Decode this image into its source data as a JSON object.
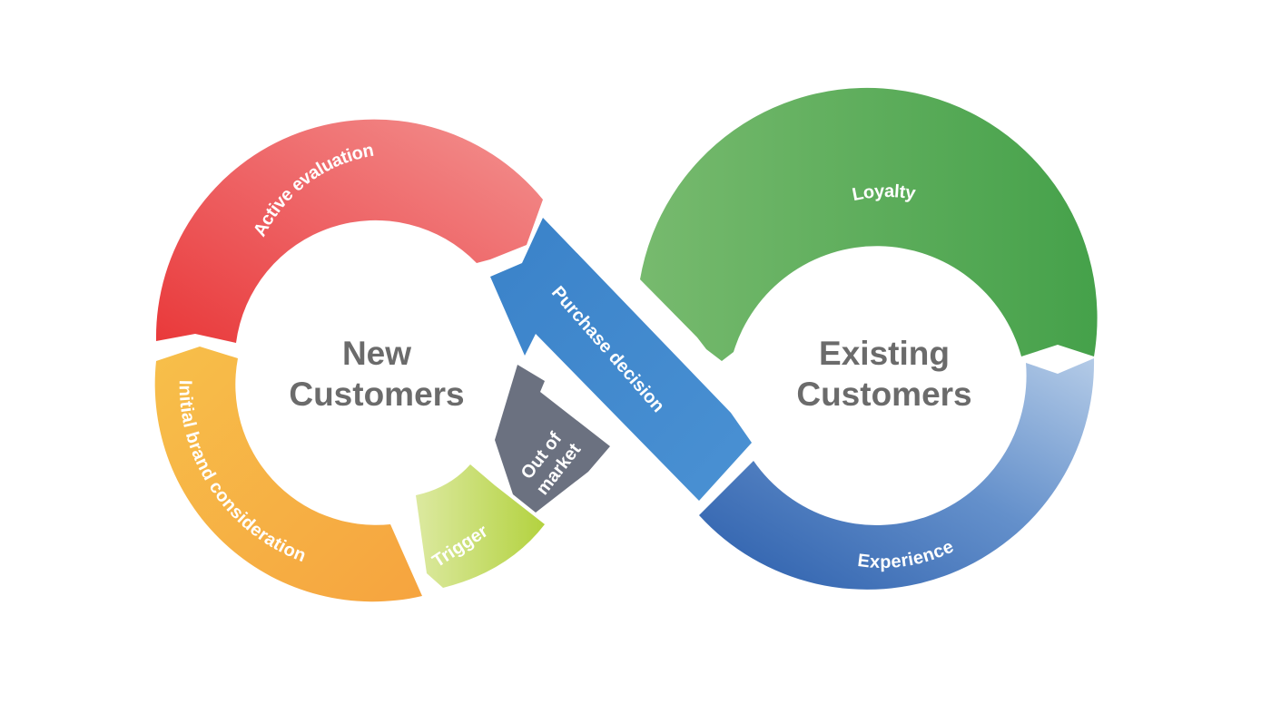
{
  "diagram": {
    "left_center": {
      "line1": "New",
      "line2": "Customers"
    },
    "right_center": {
      "line1": "Existing",
      "line2": "Customers"
    },
    "segments": {
      "active_evaluation": "Active evaluation",
      "initial_brand_consideration": "Initial brand consideration",
      "trigger": "Trigger",
      "out_of_market_line1": "Out of",
      "out_of_market_line2": "market",
      "purchase_decision": "Purchase decision",
      "loyalty": "Loyalty",
      "experience": "Experience"
    },
    "colors": {
      "red": "#EC4A49",
      "red_light": "#F48A88",
      "orange": "#F6AF45",
      "lime": "#B9D54A",
      "lime_light": "#D9E79A",
      "gray": "#6B7180",
      "blue": "#3E87CC",
      "green": "#57AA57",
      "green_light": "#76B96A",
      "blue_dark": "#2F63AE",
      "blue_light": "#A9C3E3",
      "text_gray": "#6b6b6b"
    }
  }
}
